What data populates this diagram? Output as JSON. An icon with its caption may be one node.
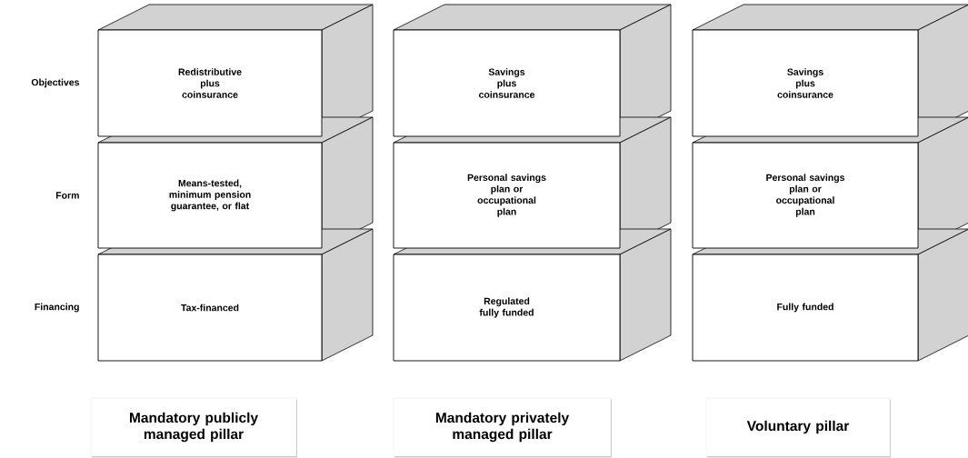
{
  "diagram": {
    "nodes": [
      {
        "text": [
          "Redistributive plus coinsurance"
        ]
      },
      {
        "text": [
          "Savings plus coinsurance"
        ]
      },
      {
        "text": [
          "Savings plus coinsurance"
        ]
      },
      {
        "text": [
          "Means-tested, minimum pension guarantee, or flat"
        ]
      },
      {
        "text": [
          "Personal savings plan or occupational plan"
        ]
      },
      {
        "text": [
          "Personal savings plan or occupational plan"
        ]
      },
      {
        "text": [
          "Tax-financed"
        ]
      },
      {
        "text": [
          "Regulated fully funded"
        ]
      },
      {
        "text": [
          "Fully funded"
        ]
      },
      {
        "text": [
          "Mandatory publicly managed pillar"
        ]
      },
      {
        "text": [
          "Mandatory privately managed pillar"
        ]
      },
      {
        "text": [
          "Voluntary pillar"
        ]
      }
    ],
    "labels": [
      "Objectives",
      "Form",
      "Financing"
    ]
  }
}
